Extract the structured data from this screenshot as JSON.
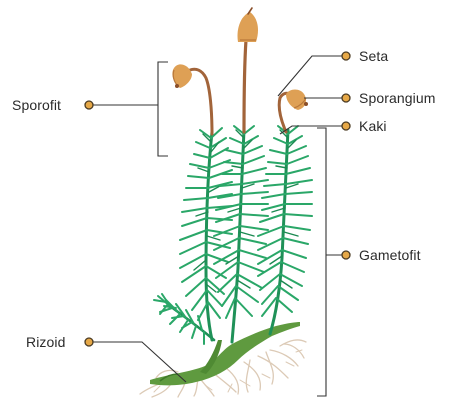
{
  "labels": {
    "seta": "Seta",
    "sporangium": "Sporangium",
    "kaki": "Kaki",
    "gametofit": "Gametofit",
    "sporofit": "Sporofit",
    "rizoid": "Rizoid"
  },
  "colors": {
    "leaf": "#2aa768",
    "leaf_dark": "#1c8a52",
    "stem": "#1f9158",
    "ground_green": "#5f9a3f",
    "seta": "#a2643a",
    "capsule": "#dea055",
    "capsule_dark": "#b8773a",
    "rhizoid": "#dccab6",
    "leader_line": "#333333",
    "marker_fill": "#e6a847",
    "label_text": "#2b2b2b"
  }
}
